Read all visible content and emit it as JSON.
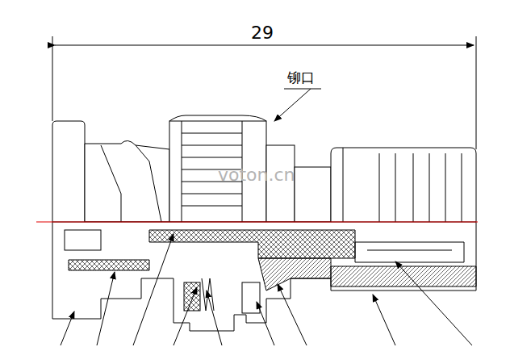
{
  "diagram": {
    "labels": [
      "29",
      "铆口",
      "voton.cn"
    ]
  }
}
